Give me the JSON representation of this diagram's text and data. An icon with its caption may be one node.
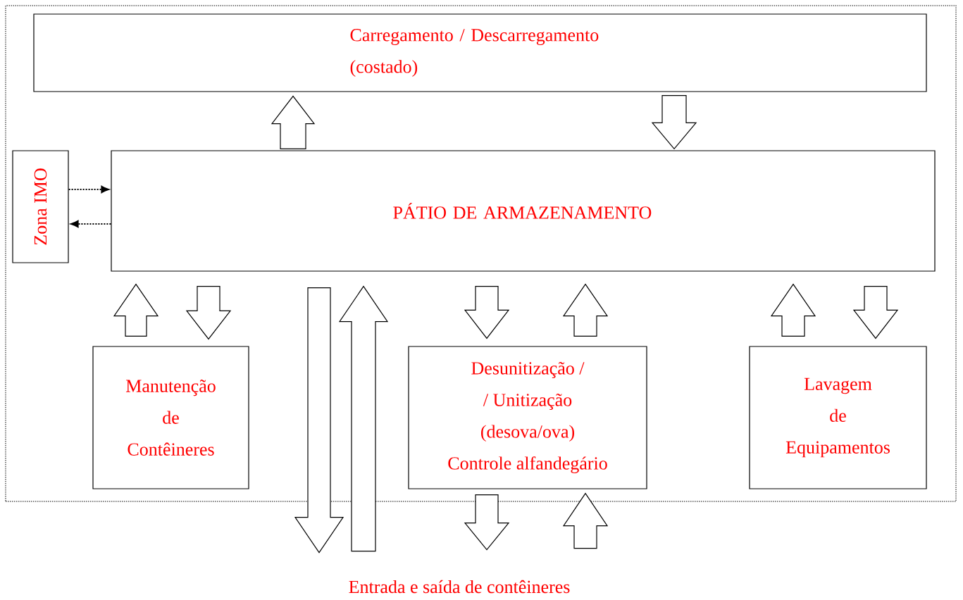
{
  "diagram": {
    "nodes": [
      {
        "text": [],
        "shape": "box"
      },
      {
        "text": [
          "Carregamento / Descarregamento (costado)"
        ],
        "in": 0
      },
      {
        "text": [
          "Zona IMO"
        ],
        "in": 0
      },
      {
        "text": [
          "PÁTIO DE ARMAZENAMENTO"
        ],
        "in": 0
      },
      {
        "text": [
          "Manutenção de Contêineres"
        ],
        "in": 0
      },
      {
        "text": [
          "Desunitização /",
          "/ Unitização",
          "(desova/ova)",
          "Controle alfandegário"
        ],
        "in": 0
      },
      {
        "text": [
          "Lavagem de Equipamentos"
        ],
        "in": 0
      },
      {
        "text": [
          "Entrada e saída de contêineres"
        ]
      }
    ],
    "edges": [
      {
        "from": 3,
        "to": 1,
        "arrow": "to"
      },
      {
        "from": 1,
        "to": 3,
        "arrow": "to"
      },
      {
        "from": 2,
        "to": 3,
        "arrow": "to",
        "style": "dashed"
      },
      {
        "from": 3,
        "to": 2,
        "arrow": "to",
        "style": "dashed"
      },
      {
        "from": 4,
        "to": 3,
        "arrow": "to"
      },
      {
        "from": 3,
        "to": 4,
        "arrow": "to"
      },
      {
        "from": 3,
        "to": 7,
        "arrow": "to"
      },
      {
        "from": 7,
        "to": 3,
        "arrow": "to"
      },
      {
        "from": 3,
        "to": 5,
        "arrow": "to"
      },
      {
        "from": 5,
        "to": 3,
        "arrow": "to"
      },
      {
        "from": 6,
        "to": 3,
        "arrow": "to"
      },
      {
        "from": 3,
        "to": 6,
        "arrow": "to"
      },
      {
        "from": 5,
        "to": 7,
        "arrow": "to"
      },
      {
        "from": 7,
        "to": 5,
        "arrow": "to"
      }
    ]
  }
}
